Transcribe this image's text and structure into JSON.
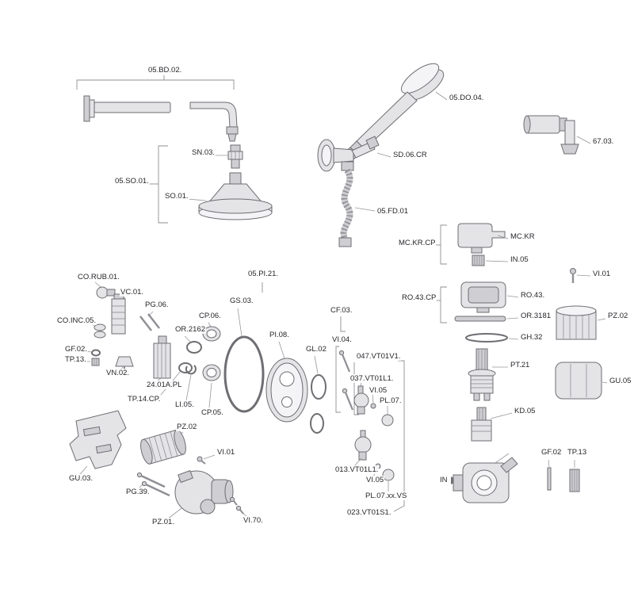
{
  "colors": {
    "line": "#6e6e73",
    "fill": "#e4e4e7",
    "leader": "#97979c",
    "text": "#26262b"
  },
  "diagram": {
    "labels": {
      "bd02": "05.BD.02.",
      "sn03": "SN.03.",
      "so01cp": "05.SO.01.",
      "so01": "SO.01.",
      "do04": "05.DO.04.",
      "sd06cr": "SD.06.CR",
      "n6703": "67.03.",
      "fd01": "05.FD.01",
      "mckrcp": "MC.KR.CP",
      "mckr": "MC.KR",
      "in05": "IN.05",
      "vi01r": "VI.01",
      "ro43cp": "RO.43.CP",
      "ro43": "RO.43.",
      "or3181": "OR.3181",
      "pz02r": "PZ.02",
      "gh32": "GH.32",
      "pt21": "PT.21",
      "gu05": "GU.05",
      "kd05": "KD.05",
      "gf02r": "GF.02",
      "tp13r": "TP.13",
      "inlabel": "IN",
      "corub01": "CO.RUB.01.",
      "vc01": "VC.01.",
      "coinc05": "CO.INC.05.",
      "pg06": "PG.06.",
      "gf02l": "GF.02.",
      "tp13l": "TP.13.",
      "vn02": "VN.02.",
      "p2401apl": "24.01A.PL",
      "tp14cp": "TP.14.CP.",
      "or2162": "OR.2162",
      "cp06": "CP.06.",
      "gs03": "GS.03.",
      "pi21": "05.PI.21.",
      "cp05": "CP.05.",
      "li05": "LI.05.",
      "pi08": "PI.08.",
      "gl02": "GL.02",
      "cf03": "CF.03.",
      "vi04": "VI.04.",
      "vt01v1": "047.VT01V1.",
      "vt01l1a": "037.VT01L1.",
      "vi05a": "VI.05",
      "pl07": "PL.07.",
      "vt01l1b": "013.VT01L1.",
      "vi05b": "VI.05",
      "pl07xxvs": "PL.07.xx.VS",
      "vt01s1": "023.VT01S1.",
      "gu03": "GU.03.",
      "pz02m": "PZ.02",
      "vi01m": "VI.01",
      "pg39": "PG.39.",
      "pz01": "PZ.01.",
      "vi70": "VI.70."
    }
  }
}
